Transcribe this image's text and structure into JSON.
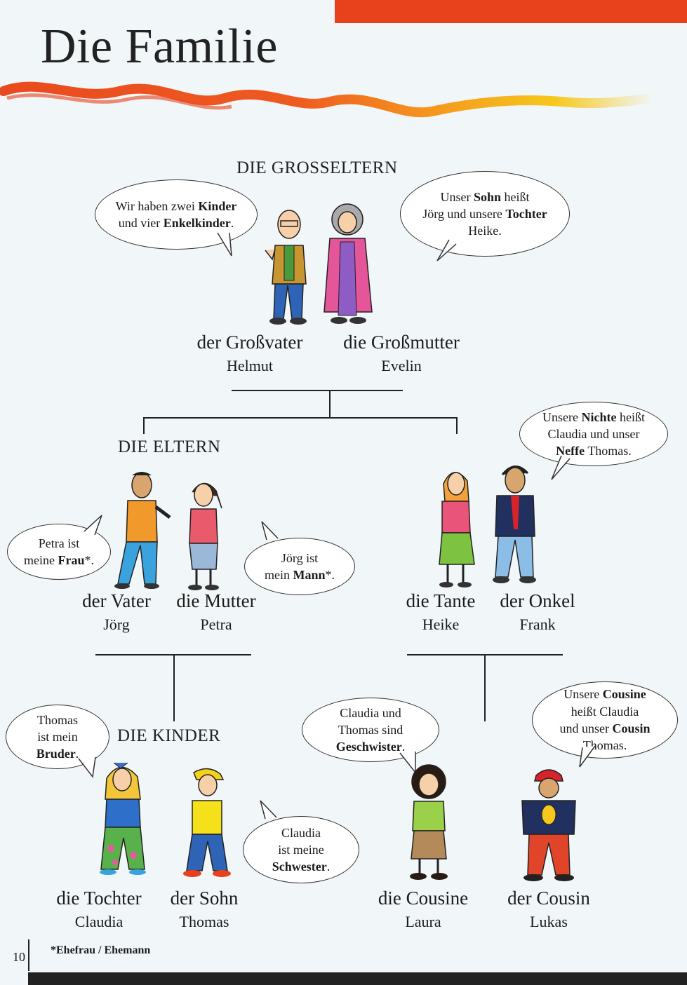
{
  "page": {
    "title": "Die Familie",
    "page_number": "10",
    "footnote": "*Ehefrau / Ehemann"
  },
  "colors": {
    "accent": "#e8421d",
    "wave_yellow": "#f6c81d",
    "paper": "#f1f6f8"
  },
  "sections": {
    "grandparents": "DIE GROSSELTERN",
    "parents": "DIE ELTERN",
    "children": "DIE KINDER"
  },
  "people": {
    "grandfather": {
      "role": "der Großvater",
      "name": "Helmut"
    },
    "grandmother": {
      "role": "die Großmutter",
      "name": "Evelin"
    },
    "father": {
      "role": "der Vater",
      "name": "Jörg"
    },
    "mother": {
      "role": "die Mutter",
      "name": "Petra"
    },
    "aunt": {
      "role": "die Tante",
      "name": "Heike"
    },
    "uncle": {
      "role": "der Onkel",
      "name": "Frank"
    },
    "daughter": {
      "role": "die Tochter",
      "name": "Claudia"
    },
    "son": {
      "role": "der Sohn",
      "name": "Thomas"
    },
    "female_cousin": {
      "role": "die Cousine",
      "name": "Laura"
    },
    "male_cousin": {
      "role": "der Cousin",
      "name": "Lukas"
    }
  },
  "bubbles": {
    "grandfather": {
      "l1a": "Wir haben zwei ",
      "l1b": "Kinder",
      "l2a": "und vier ",
      "l2b": "Enkelkinder",
      "l2c": "."
    },
    "grandmother": {
      "l1a": "Unser ",
      "l1b": "Sohn",
      "l1c": " heißt",
      "l2a": "Jörg und unsere ",
      "l2b": "Tochter",
      "l3": "Heike."
    },
    "uncle": {
      "l1a": "Unsere ",
      "l1b": "Nichte",
      "l1c": " heißt",
      "l2": "Claudia und unser",
      "l3a": "Neffe",
      "l3b": " Thomas."
    },
    "father": {
      "l1": "Petra ist",
      "l2a": "meine ",
      "l2b": "Frau",
      "l2c": "*."
    },
    "mother": {
      "l1": "Jörg ist",
      "l2a": "mein ",
      "l2b": "Mann",
      "l2c": "*."
    },
    "daughter": {
      "l1": "Thomas",
      "l2": "ist mein",
      "l3a": "Bruder",
      "l3b": "."
    },
    "son": {
      "l1": "Claudia",
      "l2": "ist meine",
      "l3a": "Schwester",
      "l3b": "."
    },
    "female_cousin": {
      "l1": "Claudia und",
      "l2": "Thomas sind",
      "l3a": "Geschwister",
      "l3b": "."
    },
    "male_cousin": {
      "l1a": "Unsere ",
      "l1b": "Cousine",
      "l2": "heißt Claudia",
      "l3a": "und unser ",
      "l3b": "Cousin",
      "l4": "Thomas."
    }
  }
}
